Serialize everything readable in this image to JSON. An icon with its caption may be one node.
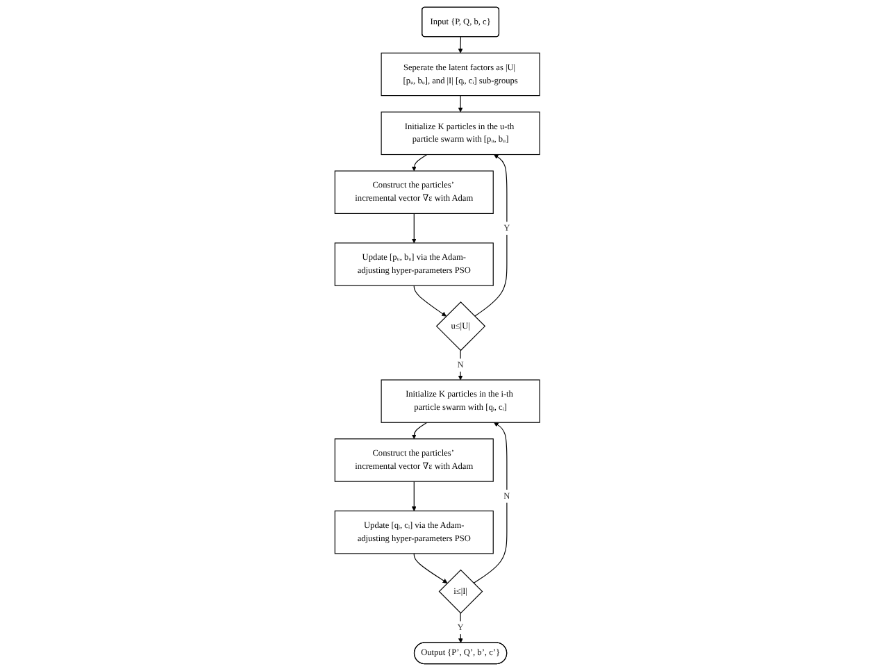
{
  "diagram": {
    "nodes": [
      {
        "text": [
          "Input {P, Q, b, c}"
        ]
      },
      {
        "text": [
          "Seperate the latent factors as |U| [pᵤ, bᵤ], and |I| [qᵢ, cᵢ] sub-groups"
        ]
      },
      {
        "text": [
          "Initialize K particles in the u-th particle swarm with [pᵤ, bᵤ]"
        ]
      },
      {
        "text": [
          "Construct the particles’ incremental vector ∇ε with Adam"
        ]
      },
      {
        "text": [
          "Update [pᵤ, bᵤ] via the Adam-adjusting hyper-parameters PSO"
        ]
      },
      {
        "text": [
          "u≤|U|"
        ]
      },
      {
        "text": [
          "Initialize K particles in the i-th particle swarm with [qᵢ, cᵢ]"
        ]
      },
      {
        "text": [
          "Construct the particles’ incremental vector ∇ε with Adam"
        ]
      },
      {
        "text": [
          "Update [qᵢ, cᵢ] via the Adam-adjusting hyper-parameters PSO"
        ]
      },
      {
        "text": [
          "i≤|I|"
        ]
      },
      {
        "text": [
          "Output {P’, Q’, b’, c’}"
        ]
      }
    ],
    "edges": [
      {
        "from": 0,
        "to": 1,
        "arrow": "to"
      },
      {
        "from": 1,
        "to": 2,
        "arrow": "to"
      },
      {
        "from": 2,
        "to": 3,
        "arrow": "to"
      },
      {
        "from": 3,
        "to": 4,
        "arrow": "to"
      },
      {
        "from": 4,
        "to": 5,
        "arrow": "to"
      },
      {
        "from": 5,
        "to": 2,
        "label": "Y",
        "arrow": "to"
      },
      {
        "from": 5,
        "to": 6,
        "label": "N",
        "arrow": "to"
      },
      {
        "from": 6,
        "to": 7,
        "arrow": "to"
      },
      {
        "from": 7,
        "to": 8,
        "arrow": "to"
      },
      {
        "from": 8,
        "to": 9,
        "arrow": "to"
      },
      {
        "from": 9,
        "to": 6,
        "label": "N",
        "arrow": "to"
      },
      {
        "from": 9,
        "to": 10,
        "label": "Y",
        "arrow": "to"
      }
    ]
  }
}
